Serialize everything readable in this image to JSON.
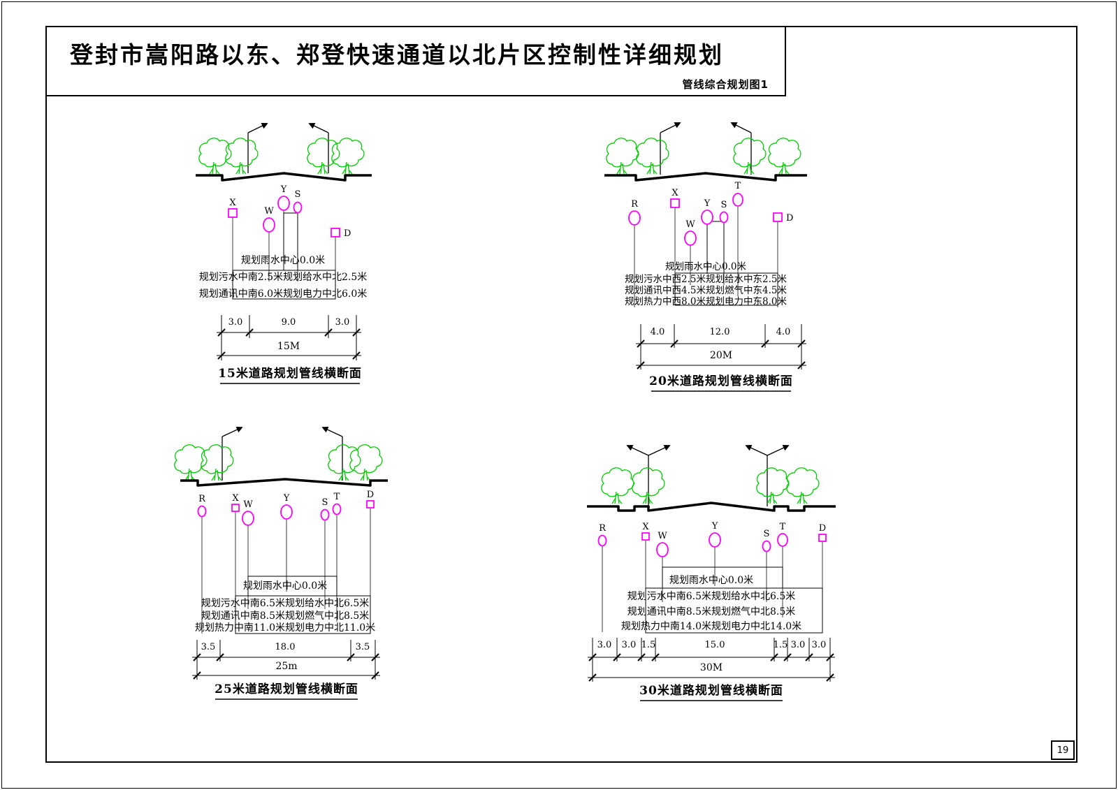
{
  "page": {
    "title": "登封市嵩阳路以东、郑登快速通道以北片区控制性详细规划",
    "subtitle": "管线综合规划图1",
    "page_number": "19"
  },
  "colors": {
    "marker_magenta": "#ff00ff",
    "tree_green": "#00cc00",
    "line_black": "#000000"
  },
  "sections": [
    {
      "caption": "15米道路规划管线横断面",
      "total": "15M",
      "dims": [
        "3.0",
        "9.0",
        "3.0"
      ],
      "annotations": [
        "规划雨水中心0.0米",
        "规划污水中南2.5米规划给水中北2.5米",
        "规划通讯中南6.0米规划电力中北6.0米"
      ],
      "markers": [
        "X",
        "W",
        "Y",
        "S",
        "D"
      ]
    },
    {
      "caption": "20米道路规划管线横断面",
      "total": "20M",
      "dims": [
        "4.0",
        "12.0",
        "4.0"
      ],
      "annotations": [
        "规划雨水中心0.0米",
        "规划污水中西2.5米规划给水中东2.5米",
        "规划通讯中西4.5米规划燃气中东4.5米",
        "规划热力中西8.0米规划电力中东8.0米"
      ],
      "markers": [
        "R",
        "X",
        "W",
        "Y",
        "S",
        "T",
        "D"
      ]
    },
    {
      "caption": "25米道路规划管线横断面",
      "total": "25m",
      "dims": [
        "3.5",
        "18.0",
        "3.5"
      ],
      "annotations": [
        "规划雨水中心0.0米",
        "规划污水中南6.5米规划给水中北6.5米",
        "规划通讯中南8.5米规划燃气中北8.5米",
        "规划热力中南11.0米规划电力中北11.0米"
      ],
      "markers": [
        "R",
        "X",
        "W",
        "Y",
        "S",
        "T",
        "D"
      ]
    },
    {
      "caption": "30米道路规划管线横断面",
      "total": "30M",
      "dims": [
        "3.0",
        "3.0",
        "1.5",
        "15.0",
        "1.5",
        "3.0",
        "3.0"
      ],
      "annotations": [
        "规划雨水中心0.0米",
        "规划污水中南6.5米规划给水中北6.5米",
        "规划通讯中南8.5米规划燃气中北8.5米",
        "规划热力中南14.0米规划电力中北14.0米"
      ],
      "markers": [
        "R",
        "X",
        "W",
        "Y",
        "S",
        "T",
        "D"
      ]
    }
  ]
}
